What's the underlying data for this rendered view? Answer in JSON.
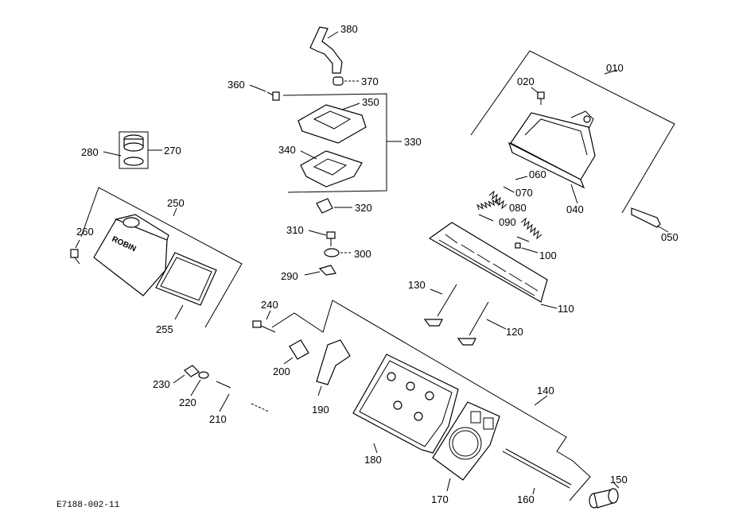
{
  "drawing_code": "E7188-002-11",
  "labels": {
    "p010": "010",
    "p020": "020",
    "p040": "040",
    "p050": "050",
    "p060": "060",
    "p070": "070",
    "p080": "080",
    "p090": "090",
    "p100": "100",
    "p110": "110",
    "p120": "120",
    "p130": "130",
    "p140": "140",
    "p150": "150",
    "p160": "160",
    "p170": "170",
    "p180": "180",
    "p190": "190",
    "p200": "200",
    "p210": "210",
    "p220": "220",
    "p230": "230",
    "p240": "240",
    "p250": "250",
    "p255": "255",
    "p260": "260",
    "p270": "270",
    "p280": "280",
    "p290": "290",
    "p300": "300",
    "p310": "310",
    "p320": "320",
    "p330": "330",
    "p340": "340",
    "p350": "350",
    "p360": "360",
    "p370": "370",
    "p380": "380"
  },
  "cover_emblem": "ROBIN"
}
